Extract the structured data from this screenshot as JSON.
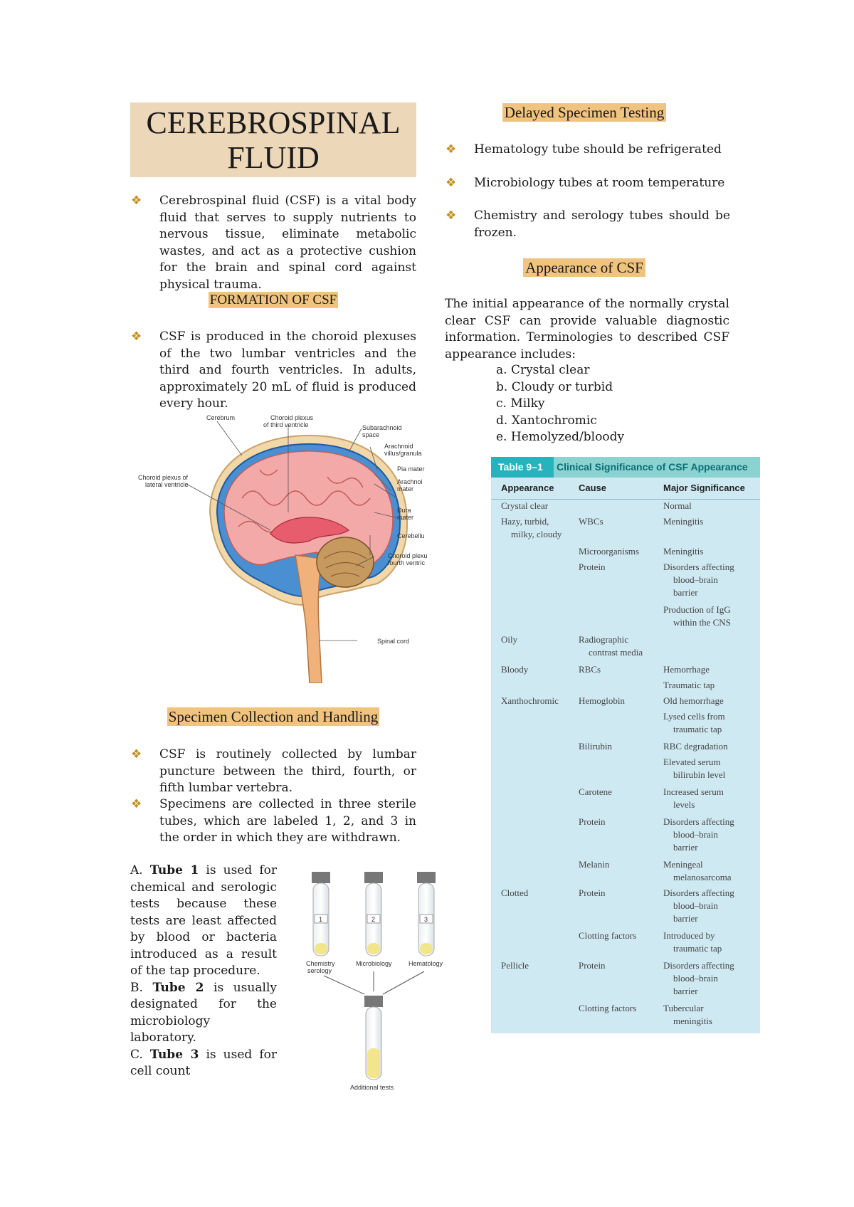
{
  "title": {
    "line1": "CEREBROSPINAL",
    "line2": "FLUID"
  },
  "intro": "Cerebrospinal fluid (CSF) is a vital body fluid that serves to supply nutrients to nervous tissue, eliminate metabolic wastes, and act as a protective cushion for the brain and spinal cord against physical trauma.",
  "formation": {
    "heading": "FORMATION OF CSF",
    "text": "CSF is produced in the choroid plexuses of the two lumbar ventricles and the third and fourth ventricles. In adults, approximately 20 mL of fluid is produced every hour."
  },
  "brain_labels": {
    "cerebrum": "Cerebrum",
    "cp3_1": "Choroid plexus",
    "cp3_2": "of third ventricle",
    "subarach_1": "Subarachnoid",
    "subarach_2": "space",
    "arach_vil_1": "Arachnoid",
    "arach_vil_2": "villus/granula",
    "pia": "Pia mater",
    "arach_mater_1": "Arachnoi",
    "arach_mater_2": "mater",
    "cplat_1": "Choroid plexus of",
    "cplat_2": "lateral ventricle",
    "dura_1": "Dura",
    "dura_2": "mater",
    "cerebellum": "Cerebellu",
    "cp4_1": "Choroid plexu",
    "cp4_2": "fourth ventric",
    "spinal": "Spinal cord"
  },
  "collection": {
    "heading": "Specimen Collection and Handling",
    "bullet1": "CSF is routinely collected by lumbar puncture between the third, fourth, or fifth lumbar vertebra.",
    "bullet2": "Specimens are collected in three sterile tubes, which are labeled 1, 2, and 3 in the order in which they are withdrawn."
  },
  "tubes": {
    "a_prefix": "A. ",
    "a_bold": "Tube 1",
    "a_rest": " is used for chemical and serologic tests because these tests are least affected by blood or bacteria introduced as a result of the tap procedure.",
    "b_prefix": "B. ",
    "b_bold": "Tube 2",
    "b_rest": " is usually designated for the microbiology laboratory.",
    "c_prefix": "C. ",
    "c_bold": "Tube 3",
    "c_rest": " is used for cell count"
  },
  "tube_fig": {
    "t1": "1",
    "t2": "2",
    "t3": "3",
    "chem_1": "Chemistry",
    "chem_2": "serology",
    "micro": "Microbiology",
    "hema": "Hematology",
    "additional": "Additional tests"
  },
  "delayed": {
    "heading": "Delayed Specimen Testing",
    "items": [
      "Hematology tube should be refrigerated",
      "Microbiology tubes at room temperature",
      "Chemistry and serology tubes should be frozen."
    ]
  },
  "appearance": {
    "heading": "Appearance of CSF",
    "text": "The initial appearance of the normally crystal clear CSF can provide valuable diagnostic information. Terminologies to described CSF appearance includes:",
    "list": [
      "a. Crystal clear",
      "b. Cloudy or turbid",
      "c. Milky",
      "d. Xantochromic",
      "e. Hemolyzed/bloody"
    ]
  },
  "table": {
    "number": "Table 9–1",
    "title": "Clinical Significance of CSF Appearance",
    "col_appearance": "Appearance",
    "col_cause": "Cause",
    "col_significance": "Major Significance",
    "cells": {
      "a1": "Crystal clear",
      "s1": "Normal",
      "a2a": "Hazy, turbid,",
      "a2b": "milky, cloudy",
      "c2": "WBCs",
      "s2": "Meningitis",
      "c3": "Microorganisms",
      "s3": "Meningitis",
      "c4": "Protein",
      "s4a": "Disorders affecting",
      "s4b": "blood–brain",
      "s4c": "barrier",
      "s5a": "Production of IgG",
      "s5b": "within the CNS",
      "a6": "Oily",
      "c6a": "Radiographic",
      "c6b": "contrast media",
      "a7": "Bloody",
      "c7": "RBCs",
      "s7": "Hemorrhage",
      "s8": "Traumatic tap",
      "a9": "Xanthochromic",
      "c9": "Hemoglobin",
      "s9": "Old hemorrhage",
      "s10a": "Lysed cells from",
      "s10b": "traumatic tap",
      "c11": "Bilirubin",
      "s11": "RBC degradation",
      "s12a": "Elevated serum",
      "s12b": "bilirubin level",
      "c13": "Carotene",
      "s13a": "Increased serum",
      "s13b": "levels",
      "c14": "Protein",
      "s14a": "Disorders affecting",
      "s14b": "blood–brain",
      "s14c": "barrier",
      "c15": "Melanin",
      "s15a": "Meningeal",
      "s15b": "melanosarcoma",
      "a16": "Clotted",
      "c16": "Protein",
      "s16a": "Disorders affecting",
      "s16b": "blood–brain",
      "s16c": "barrier",
      "c17": "Clotting factors",
      "s17a": "Introduced by",
      "s17b": "traumatic tap",
      "a18": "Pellicle",
      "c18": "Protein",
      "s18a": "Disorders affecting",
      "s18b": "blood–brain",
      "s18c": "barrier",
      "c19": "Clotting factors",
      "s19a": "Tubercular",
      "s19b": "meningitis"
    }
  }
}
